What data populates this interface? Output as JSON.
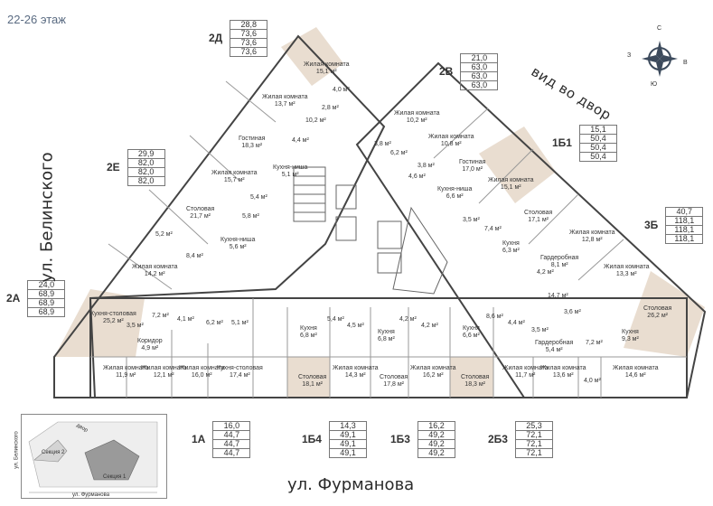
{
  "floor_label": "22-26 этаж",
  "streets": {
    "left": "ул. Белинского",
    "bottom": "ул. Фурманова"
  },
  "view_label": "вид во двор",
  "compass": {
    "n": "С",
    "s": "Ю",
    "w": "З",
    "e": "В"
  },
  "units": [
    {
      "code": "2Д",
      "values": [
        "28,8",
        "73,6",
        "73,6",
        "73,6"
      ]
    },
    {
      "code": "2В",
      "values": [
        "21,0",
        "63,0",
        "63,0",
        "63,0"
      ]
    },
    {
      "code": "1Б1",
      "values": [
        "15,1",
        "50,4",
        "50,4",
        "50,4"
      ]
    },
    {
      "code": "2Е",
      "values": [
        "29,9",
        "82,0",
        "82,0",
        "82,0"
      ]
    },
    {
      "code": "3Б",
      "values": [
        "40,7",
        "118,1",
        "118,1",
        "118,1"
      ]
    },
    {
      "code": "2А",
      "values": [
        "24,0",
        "68,9",
        "68,9",
        "68,9"
      ]
    },
    {
      "code": "1А",
      "values": [
        "16,0",
        "44,7",
        "44,7",
        "44,7"
      ]
    },
    {
      "code": "1Б4",
      "values": [
        "14,3",
        "49,1",
        "49,1",
        "49,1"
      ]
    },
    {
      "code": "1Б3",
      "values": [
        "16,2",
        "49,2",
        "49,2",
        "49,2"
      ]
    },
    {
      "code": "2Б3",
      "values": [
        "25,3",
        "72,1",
        "72,1",
        "72,1"
      ]
    }
  ],
  "rooms": [
    {
      "name": "Жилая комната",
      "area": "15,1 м²"
    },
    {
      "name": "Жилая комната",
      "area": "13,7 м²"
    },
    {
      "name": "",
      "area": "4,0 м²"
    },
    {
      "name": "",
      "area": "2,8 м²"
    },
    {
      "name": "",
      "area": "10,2 м²"
    },
    {
      "name": "Гостиная",
      "area": "18,3 м²"
    },
    {
      "name": "",
      "area": "4,4 м²"
    },
    {
      "name": "Кухня-ниша",
      "area": "5,1 м²"
    },
    {
      "name": "Жилая комната",
      "area": "15,7 м²"
    },
    {
      "name": "",
      "area": "5,4 м²"
    },
    {
      "name": "",
      "area": "5,8 м²"
    },
    {
      "name": "Столовая",
      "area": "21,7 м²"
    },
    {
      "name": "",
      "area": "5,2 м²"
    },
    {
      "name": "Кухня-ниша",
      "area": "5,6 м²"
    },
    {
      "name": "",
      "area": "8,4 м²"
    },
    {
      "name": "Жилая комната",
      "area": "14,2 м²"
    },
    {
      "name": "Кухня-столовая",
      "area": "25,2 м²"
    },
    {
      "name": "",
      "area": "7,2 м²"
    },
    {
      "name": "",
      "area": "3,5 м²"
    },
    {
      "name": "Коридор",
      "area": "4,9 м²"
    },
    {
      "name": "Жилая комната",
      "area": "11,9 м²"
    },
    {
      "name": "Жилая комната",
      "area": "12,1 м²"
    },
    {
      "name": "",
      "area": "4,1 м²"
    },
    {
      "name": "",
      "area": "6,2 м²"
    },
    {
      "name": "",
      "area": "5,1 м²"
    },
    {
      "name": "Жилая комната",
      "area": "16,0 м²"
    },
    {
      "name": "Кухня-столовая",
      "area": "17,4 м²"
    },
    {
      "name": "Кухня",
      "area": "6,8 м²"
    },
    {
      "name": "",
      "area": "5,4 м²"
    },
    {
      "name": "",
      "area": "4,5 м²"
    },
    {
      "name": "Кухня",
      "area": "6,8 м²"
    },
    {
      "name": "Столовая",
      "area": "18,1 м²"
    },
    {
      "name": "Жилая комната",
      "area": "14,3 м²"
    },
    {
      "name": "Столовая",
      "area": "17,8 м²"
    },
    {
      "name": "",
      "area": "4,2 м²"
    },
    {
      "name": "",
      "area": "4,2 м²"
    },
    {
      "name": "Кухня",
      "area": "6,6 м²"
    },
    {
      "name": "Жилая комната",
      "area": "16,2 м²"
    },
    {
      "name": "Столовая",
      "area": "18,3 м²"
    },
    {
      "name": "",
      "area": "8,6 м²"
    },
    {
      "name": "",
      "area": "4,4 м²"
    },
    {
      "name": "",
      "area": "3,5 м²"
    },
    {
      "name": "Жилая комната",
      "area": "11,7 м²"
    },
    {
      "name": "Гардеробная",
      "area": "5,4 м²"
    },
    {
      "name": "Жилая комната",
      "area": "13,6 м²"
    },
    {
      "name": "",
      "area": "4,0 м²"
    },
    {
      "name": "",
      "area": "7,2 м²"
    },
    {
      "name": "Кухня",
      "area": "9,3 м²"
    },
    {
      "name": "Жилая комната",
      "area": "14,6 м²"
    },
    {
      "name": "Столовая",
      "area": "26,2 м²"
    },
    {
      "name": "",
      "area": "3,6 м²"
    },
    {
      "name": "",
      "area": "14,7 м²"
    },
    {
      "name": "Жилая комната",
      "area": "13,3 м²"
    },
    {
      "name": "Гардеробная",
      "area": "8,1 м²"
    },
    {
      "name": "",
      "area": "4,2 м²"
    },
    {
      "name": "Жилая комната",
      "area": "12,8 м²"
    },
    {
      "name": "Кухня",
      "area": "6,3 м²"
    },
    {
      "name": "Столовая",
      "area": "17,1 м²"
    },
    {
      "name": "",
      "area": "7,4 м²"
    },
    {
      "name": "",
      "area": "3,5 м²"
    },
    {
      "name": "Жилая комната",
      "area": "15,1 м²"
    },
    {
      "name": "Кухня-ниша",
      "area": "6,6 м²"
    },
    {
      "name": "",
      "area": "4,6 м²"
    },
    {
      "name": "",
      "area": "3,8 м²"
    },
    {
      "name": "Гостиная",
      "area": "17,0 м²"
    },
    {
      "name": "",
      "area": "6,2 м²"
    },
    {
      "name": "",
      "area": "3,8 м²"
    },
    {
      "name": "Жилая комната",
      "area": "10,2 м²"
    },
    {
      "name": "Жилая комната",
      "area": "10,8 м²"
    }
  ],
  "minimap": {
    "section2": "Секция 2",
    "section1": "Секция 1",
    "street_left": "ул. Белинского",
    "street_bottom": "ул. Фурманова",
    "yard": "двор"
  },
  "colors": {
    "highlight_room": "#e9ddd0",
    "wall": "#444444",
    "line": "#999999"
  }
}
